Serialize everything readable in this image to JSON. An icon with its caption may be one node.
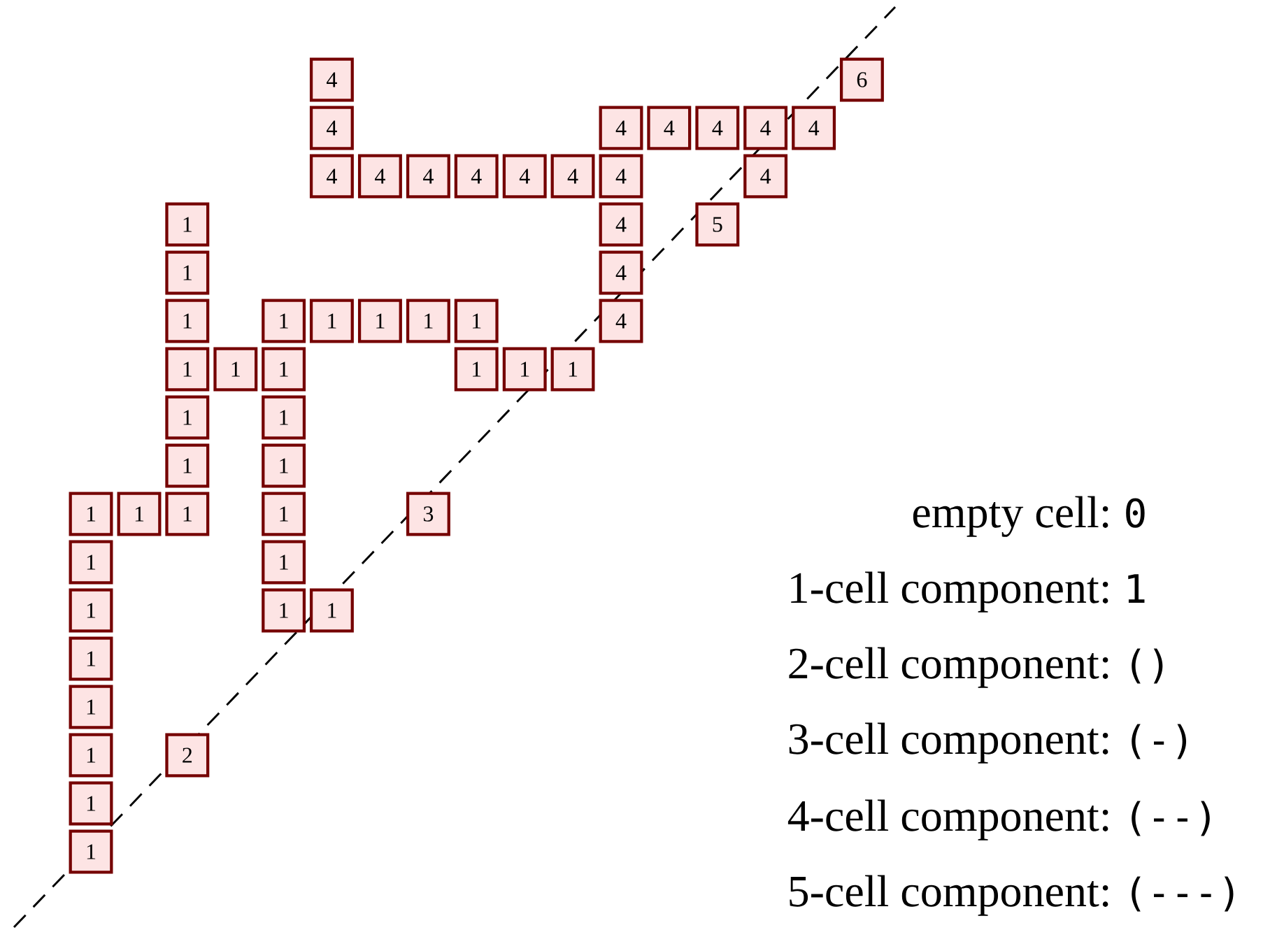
{
  "diagram": {
    "nodes": [
      {
        "text": [
          "4"
        ]
      },
      {
        "text": [
          "6"
        ]
      },
      {
        "text": [
          "4"
        ]
      },
      {
        "text": [
          "4"
        ]
      },
      {
        "text": [
          "4"
        ]
      },
      {
        "text": [
          "4"
        ]
      },
      {
        "text": [
          "4"
        ]
      },
      {
        "text": [
          "4"
        ]
      },
      {
        "text": [
          "4"
        ]
      },
      {
        "text": [
          "4"
        ]
      },
      {
        "text": [
          "4"
        ]
      },
      {
        "text": [
          "4"
        ]
      },
      {
        "text": [
          "4"
        ]
      },
      {
        "text": [
          "4"
        ]
      },
      {
        "text": [
          "4"
        ]
      },
      {
        "text": [
          "4"
        ]
      },
      {
        "text": [
          "1"
        ]
      },
      {
        "text": [
          "4"
        ]
      },
      {
        "text": [
          "5"
        ]
      },
      {
        "text": [
          "1"
        ]
      },
      {
        "text": [
          "4"
        ]
      },
      {
        "text": [
          "1"
        ]
      },
      {
        "text": [
          "1"
        ]
      },
      {
        "text": [
          "1"
        ]
      },
      {
        "text": [
          "1"
        ]
      },
      {
        "text": [
          "1"
        ]
      },
      {
        "text": [
          "1"
        ]
      },
      {
        "text": [
          "4"
        ]
      },
      {
        "text": [
          "1"
        ]
      },
      {
        "text": [
          "1"
        ]
      },
      {
        "text": [
          "1"
        ]
      },
      {
        "text": [
          "1"
        ]
      },
      {
        "text": [
          "1"
        ]
      },
      {
        "text": [
          "1"
        ]
      },
      {
        "text": [
          "1"
        ]
      },
      {
        "text": [
          "1"
        ]
      },
      {
        "text": [
          "1"
        ]
      },
      {
        "text": [
          "1"
        ]
      },
      {
        "text": [
          "1"
        ]
      },
      {
        "text": [
          "1"
        ]
      },
      {
        "text": [
          "1"
        ]
      },
      {
        "text": [
          "1"
        ]
      },
      {
        "text": [
          "3"
        ]
      },
      {
        "text": [
          "1"
        ]
      },
      {
        "text": [
          "1"
        ]
      },
      {
        "text": [
          "1"
        ]
      },
      {
        "text": [
          "1"
        ]
      },
      {
        "text": [
          "1"
        ]
      },
      {
        "text": [
          "1"
        ]
      },
      {
        "text": [
          "1"
        ]
      },
      {
        "text": [
          "1"
        ]
      },
      {
        "text": [
          "2"
        ]
      },
      {
        "text": [
          "1"
        ]
      },
      {
        "text": [
          "1"
        ]
      }
    ],
    "labels": [
      "empty cell:",
      "0",
      "1-cell component:",
      "1",
      "2-cell component:",
      "()",
      "3-cell component:",
      "(-)",
      "4-cell component:",
      "(--)",
      "5-cell component:",
      "(---)"
    ]
  }
}
